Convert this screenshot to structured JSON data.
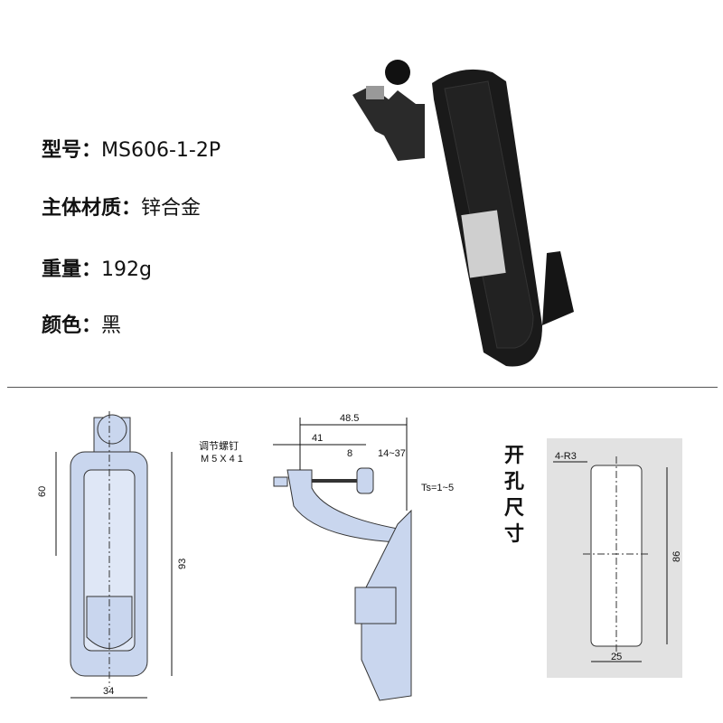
{
  "specs": [
    {
      "label": "型号：",
      "value": "MS606-1-2P"
    },
    {
      "label": "主体材质：",
      "value": "锌合金"
    },
    {
      "label": "重量：",
      "value": "192g"
    },
    {
      "label": "颜色：",
      "value": "黑"
    }
  ],
  "drawing": {
    "front": {
      "height_upper": "60",
      "height_total": "93",
      "width": "34"
    },
    "side": {
      "overall": "48.5",
      "screw_length": "41",
      "knob": "8",
      "range": "14~37",
      "thickness": "Ts=1~5",
      "screw_label": "调节螺钉",
      "screw_spec": "M5X41"
    },
    "cutout": {
      "title": "开孔尺寸",
      "radius": "4-R3",
      "height": "86",
      "width": "25"
    }
  },
  "colors": {
    "drawing_fill": "#c9d6ee",
    "cutout_bg": "#e2e2e2",
    "product": "#1a1a1a"
  }
}
